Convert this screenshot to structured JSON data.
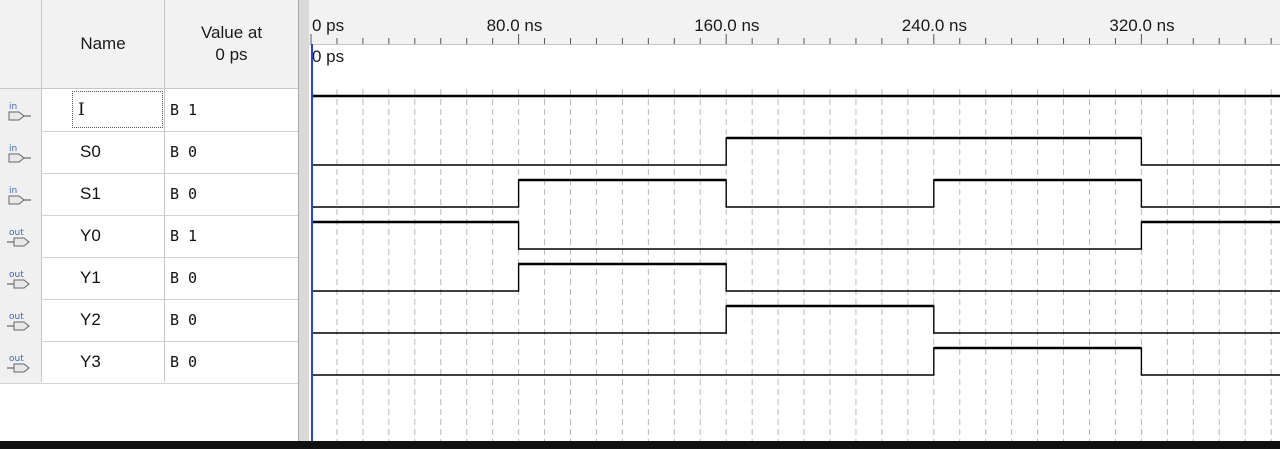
{
  "table": {
    "header_name": "Name",
    "header_value": "Value at\n0 ps"
  },
  "signals": [
    {
      "dir": "in",
      "name": "I",
      "value": "B 1",
      "icon": "input-pin-icon"
    },
    {
      "dir": "in",
      "name": "S0",
      "value": "B 0",
      "icon": "input-pin-icon"
    },
    {
      "dir": "in",
      "name": "S1",
      "value": "B 0",
      "icon": "input-pin-icon"
    },
    {
      "dir": "out",
      "name": "Y0",
      "value": "B 1",
      "icon": "output-pin-icon"
    },
    {
      "dir": "out",
      "name": "Y1",
      "value": "B 0",
      "icon": "output-pin-icon"
    },
    {
      "dir": "out",
      "name": "Y2",
      "value": "B 0",
      "icon": "output-pin-icon"
    },
    {
      "dir": "out",
      "name": "Y3",
      "value": "B 0",
      "icon": "output-pin-icon"
    }
  ],
  "ruler": {
    "labels": [
      "0 ps",
      "80.0 ns",
      "160.0 ns",
      "240.0 ns",
      "320.0 ns"
    ],
    "cursor": "0 ps"
  },
  "waveforms": {
    "unit": "ns",
    "time_scale_ns": [
      0,
      80,
      160,
      240,
      320
    ],
    "visible_end_ns": 372,
    "I": [
      [
        0,
        1
      ]
    ],
    "S0": [
      [
        0,
        0
      ],
      [
        160,
        1
      ],
      [
        320,
        0
      ]
    ],
    "S1": [
      [
        0,
        0
      ],
      [
        80,
        1
      ],
      [
        160,
        0
      ],
      [
        240,
        1
      ],
      [
        320,
        0
      ]
    ],
    "Y0": [
      [
        0,
        1
      ],
      [
        80,
        0
      ],
      [
        320,
        1
      ]
    ],
    "Y1": [
      [
        0,
        0
      ],
      [
        80,
        1
      ],
      [
        160,
        0
      ]
    ],
    "Y2": [
      [
        0,
        0
      ],
      [
        160,
        1
      ],
      [
        240,
        0
      ]
    ],
    "Y3": [
      [
        0,
        0
      ],
      [
        240,
        1
      ],
      [
        320,
        0
      ]
    ]
  },
  "colors": {
    "cursor": "#2244dd",
    "wave": "#000000",
    "grid": "#b8b8b8"
  }
}
